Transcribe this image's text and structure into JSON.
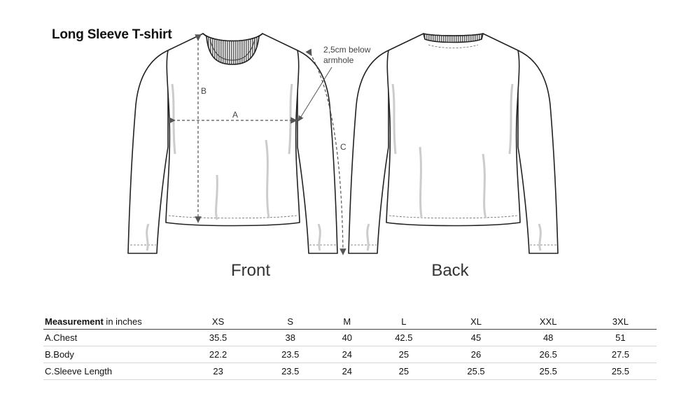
{
  "title": "Long Sleeve T-shirt",
  "views": {
    "front": "Front",
    "back": "Back"
  },
  "measure_labels": {
    "a": "A",
    "b": "B",
    "c": "C"
  },
  "note": {
    "line1": "2,5cm below",
    "line2": "armhole"
  },
  "table": {
    "header_bold": "Measurement",
    "header_rest": " in inches",
    "sizes": [
      "XS",
      "S",
      "M",
      "L",
      "XL",
      "XXL",
      "3XL"
    ],
    "rows": [
      {
        "label": "A.Chest",
        "values": [
          "35.5",
          "38",
          "40",
          "42.5",
          "45",
          "48",
          "51"
        ]
      },
      {
        "label": "B.Body",
        "values": [
          "22.2",
          "23.5",
          "24",
          "25",
          "26",
          "26.5",
          "27.5"
        ]
      },
      {
        "label": "C.Sleeve Length",
        "values": [
          "23",
          "23.5",
          "24",
          "25",
          "25.5",
          "25.5",
          "25.5"
        ]
      }
    ]
  }
}
